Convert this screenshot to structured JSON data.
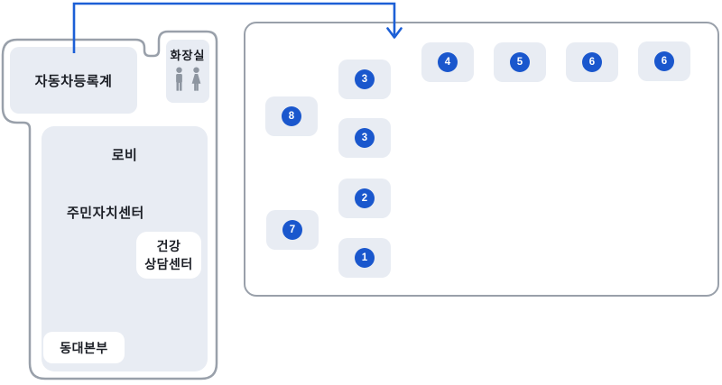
{
  "colors": {
    "accent_blue": "#1c5fd6",
    "badge_blue": "#1a57cd",
    "outline_gray": "#99a0aa",
    "tile_fill": "#e8ecf3",
    "icon_gray": "#8d95a0",
    "background": "#ffffff"
  },
  "building": {
    "vehicle_registration_label": "자동차등록계",
    "restroom": {
      "label": "화장실",
      "icons": [
        "male-icon",
        "female-icon"
      ]
    },
    "lobby_label": "로비",
    "community_center_label": "주민자치센터",
    "health_center": {
      "line1": "건강",
      "line2": "상담센터"
    },
    "dong_headquarters_label": "동대본부"
  },
  "panel": {
    "tiles": [
      {
        "number": "3"
      },
      {
        "number": "4"
      },
      {
        "number": "5"
      },
      {
        "number": "6"
      },
      {
        "number": "6"
      },
      {
        "number": "8"
      },
      {
        "number": "3"
      },
      {
        "number": "2"
      },
      {
        "number": "7"
      },
      {
        "number": "1"
      }
    ]
  }
}
